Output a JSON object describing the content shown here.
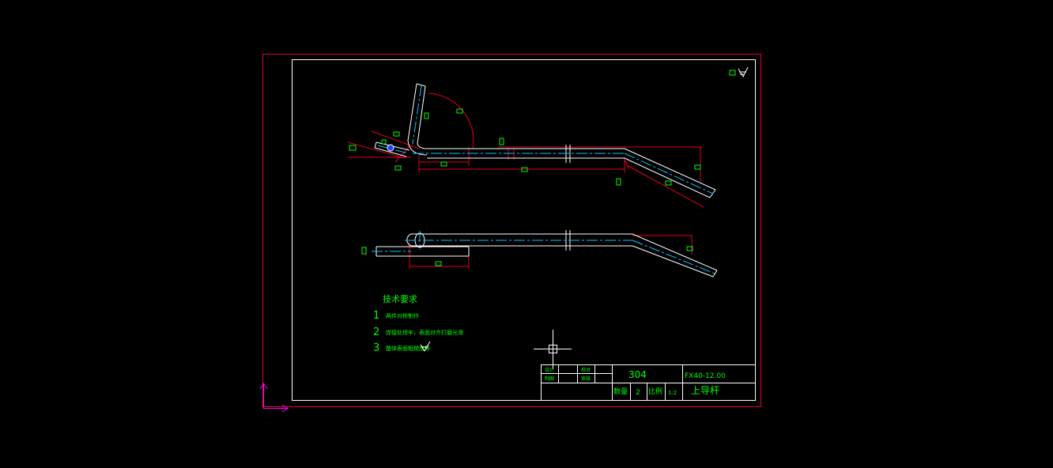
{
  "colors": {
    "background": "#000000",
    "sheet_border": "#e0003c",
    "frame": "#ffffff",
    "part_outline": "#ffffff",
    "center_line": "#00c8ff",
    "dimension": "#e00020",
    "dim_text_box": "#00ff00",
    "text": "#00ff00",
    "ucs": "#ff00ff",
    "cursor": "#ffffff"
  },
  "technical_requirements": {
    "title": "技术要求",
    "items": [
      {
        "num": "1",
        "text": "两件对称制作"
      },
      {
        "num": "2",
        "text": "焊接处焊牢，表面对齐打磨光滑"
      },
      {
        "num": "3",
        "text": "整体表面粗糙度等"
      }
    ]
  },
  "title_block": {
    "design": "设计",
    "check": "校对",
    "drawing": "制图",
    "approve": "审核",
    "material": "304",
    "drawing_number": "FX40-12.00",
    "quantity_label": "数量",
    "quantity": "2",
    "scale_label": "比例",
    "scale": "1:2",
    "part_name": "上导杆"
  },
  "icons": {
    "ucs": "ucs-axis-icon",
    "cursor": "crosshair-cursor-icon",
    "roughness": "surface-roughness-icon"
  }
}
